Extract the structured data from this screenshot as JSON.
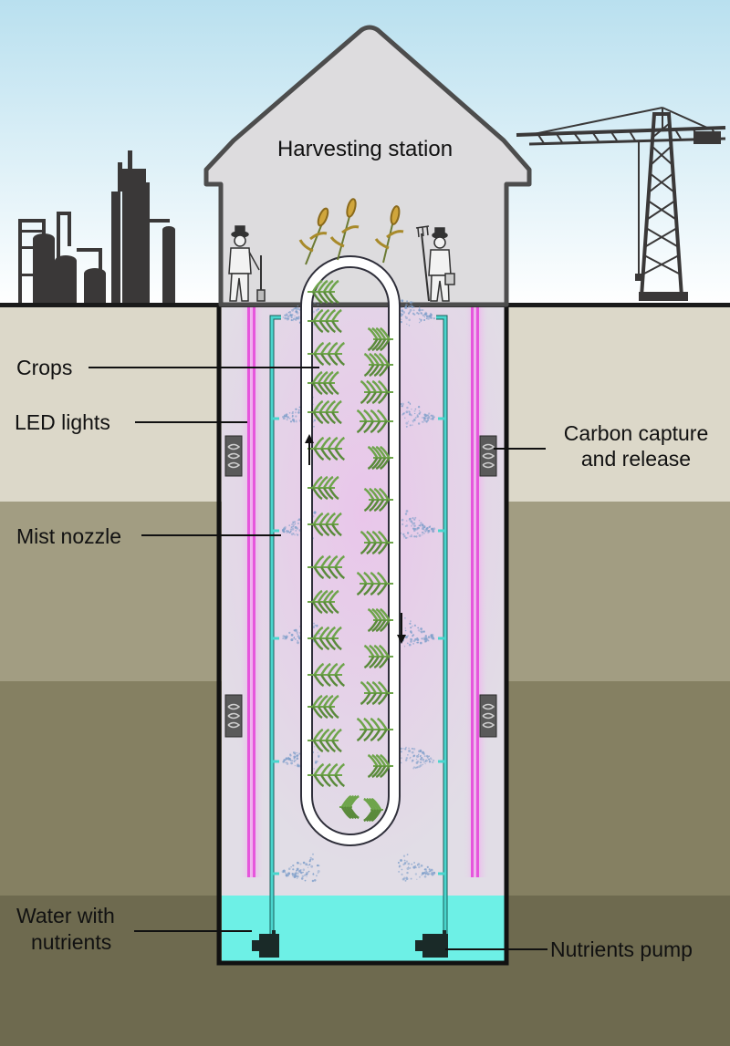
{
  "title": "Harvesting station",
  "labels": {
    "crops": "Crops",
    "led_lights": "LED lights",
    "mist_nozzle": "Mist nozzle",
    "water_line1": "Water with",
    "water_line2": "nutrients",
    "carbon_line1": "Carbon capture",
    "carbon_line2": "and release",
    "pump": "Nutrients pump"
  },
  "colors": {
    "sky_top": "#b9e0ef",
    "sky_bottom": "#ffffff",
    "soil_layer_1": "#dcd8c9",
    "soil_layer_2": "#a29d82",
    "soil_layer_3": "#858062",
    "soil_layer_4": "#6e6a4f",
    "shaft_interior": "#e1dde6",
    "led_glow": "#f7a3f4",
    "led_tube": "#e656dc",
    "water": "#6df0e6",
    "pipe": "#4ad5cd",
    "plant_leaf": "#6ea44b",
    "harvest_crop": "#d0a63c",
    "mist": "#7f9fca",
    "silhouette": "#3a3838"
  },
  "icons": [
    "factory-icon",
    "crane-icon",
    "farmer-icon",
    "farmer-pitchfork-icon",
    "mist-spray-icon",
    "pump-icon",
    "heater-coil-icon",
    "arrow-up-icon",
    "arrow-down-icon"
  ]
}
